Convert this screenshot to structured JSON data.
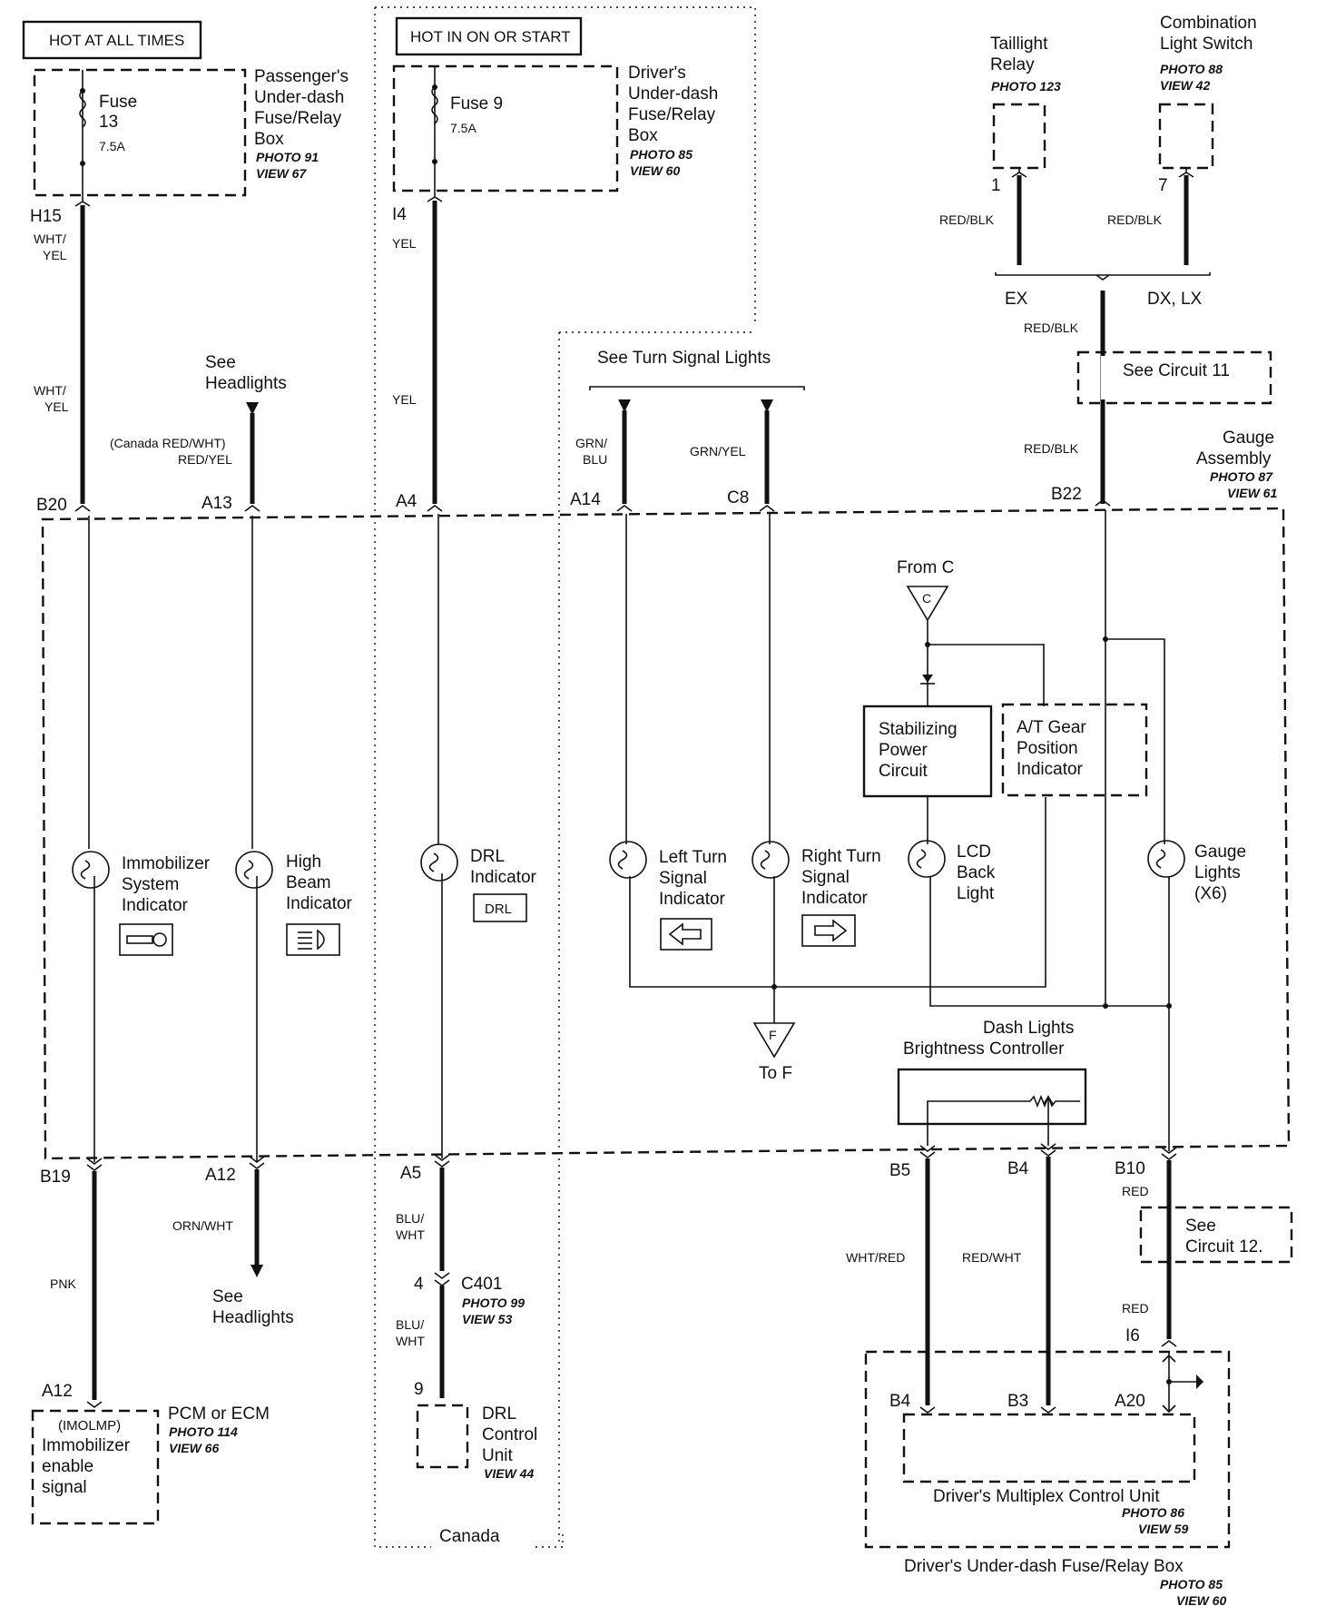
{
  "sources": {
    "hot_at_all_times": "HOT AT ALL TIMES",
    "hot_in_on_or_start": "HOT IN ON OR START"
  },
  "passenger_box": {
    "fuse_label": "Fuse",
    "fuse_num": "13",
    "amps": "7.5A",
    "name": [
      "Passenger's",
      "Under-dash",
      "Fuse/Relay",
      "Box"
    ],
    "photo": "PHOTO 91",
    "view": "VIEW 67"
  },
  "driver_box": {
    "fuse_label": "Fuse 9",
    "amps": "7.5A",
    "name": [
      "Driver's",
      "Under-dash",
      "Fuse/Relay",
      "Box"
    ],
    "photo": "PHOTO 85",
    "view": "VIEW 60"
  },
  "taillight_relay": {
    "name": [
      "Taillight",
      "Relay"
    ],
    "photo": "PHOTO 123",
    "pin": "1",
    "wire": "RED/BLK"
  },
  "combination_switch": {
    "name": [
      "Combination",
      "Light Switch"
    ],
    "photo": "PHOTO 88",
    "view": "VIEW 42",
    "pin": "7",
    "wire": "RED/BLK"
  },
  "trims": {
    "ex": "EX",
    "dx_lx": "DX, LX"
  },
  "circuit11": {
    "wire_top": "RED/BLK",
    "label": "See Circuit 11",
    "wire_bottom": "RED/BLK"
  },
  "turn_signal_ref": "See Turn Signal Lights",
  "headlights_ref_top": [
    "See",
    "Headlights"
  ],
  "connectors_top": {
    "h15": "H15",
    "i4": "I4",
    "b20": "B20",
    "a13": "A13",
    "a4": "A4",
    "a14": "A14",
    "c8": "C8",
    "b22": "B22"
  },
  "wires_top": {
    "wht_yel_1": [
      "WHT/",
      "YEL"
    ],
    "wht_yel_2": [
      "WHT/",
      "YEL"
    ],
    "yel_1": "YEL",
    "yel_2": "YEL",
    "red_yel_canada": "(Canada RED/WHT)",
    "red_yel": "RED/YEL",
    "grn_blu": [
      "GRN/",
      "BLU"
    ],
    "grn_yel": "GRN/YEL"
  },
  "gauge_assembly": {
    "name": [
      "Gauge",
      "Assembly"
    ],
    "photo": "PHOTO 87",
    "view": "VIEW 61"
  },
  "from_c": "From C",
  "c_symbol": "C",
  "stabilizing": [
    "Stabilizing",
    "Power",
    "Circuit"
  ],
  "at_gear": [
    "A/T Gear",
    "Position",
    "Indicator"
  ],
  "indicators": {
    "immobilizer": [
      "Immobilizer",
      "System",
      "Indicator"
    ],
    "high_beam": [
      "High",
      "Beam",
      "Indicator"
    ],
    "drl": [
      "DRL",
      "Indicator"
    ],
    "drl_badge": "DRL",
    "left_turn": [
      "Left Turn",
      "Signal",
      "Indicator"
    ],
    "right_turn": [
      "Right Turn",
      "Signal",
      "Indicator"
    ],
    "lcd": [
      "LCD",
      "Back",
      "Light"
    ],
    "gauge_lights": [
      "Gauge",
      "Lights",
      "(X6)"
    ]
  },
  "to_f": "To F",
  "f_symbol": "F",
  "dash_controller": [
    "Dash Lights",
    "Brightness Controller"
  ],
  "connectors_bottom": {
    "b19": "B19",
    "a12": "A12",
    "a5": "A5",
    "b5": "B5",
    "b4": "B4",
    "b10": "B10"
  },
  "wires_bottom": {
    "pnk": "PNK",
    "orn_wht": "ORN/WHT",
    "blu_wht_1": [
      "BLU/",
      "WHT"
    ],
    "blu_wht_2": [
      "BLU/",
      "WHT"
    ],
    "wht_red": "WHT/RED",
    "red_wht": "RED/WHT",
    "red_1": "RED",
    "red_2": "RED"
  },
  "headlights_ref_bottom": [
    "See",
    "Headlights"
  ],
  "c401": {
    "pin": "4",
    "name": "C401",
    "photo": "PHOTO 99",
    "view": "VIEW 53"
  },
  "drl_unit": {
    "pin": "9",
    "name": [
      "DRL",
      "Control",
      "Unit"
    ],
    "view": "VIEW 44"
  },
  "circuit12": [
    "See",
    "Circuit 12."
  ],
  "pcm": {
    "pin": "A12",
    "signal": [
      "(IMOLMP)",
      "Immobilizer",
      "enable",
      "signal"
    ],
    "name": "PCM or ECM",
    "photo": "PHOTO 114",
    "view": "VIEW 66"
  },
  "canada": "Canada",
  "mcu": {
    "i6": "I6",
    "b4": "B4",
    "b3": "B3",
    "a20": "A20",
    "name": "Driver's Multiplex Control Unit",
    "photo": "PHOTO 86",
    "view": "VIEW 59",
    "box_name": "Driver's Under-dash Fuse/Relay Box",
    "box_photo": "PHOTO 85",
    "box_view": "VIEW 60"
  }
}
